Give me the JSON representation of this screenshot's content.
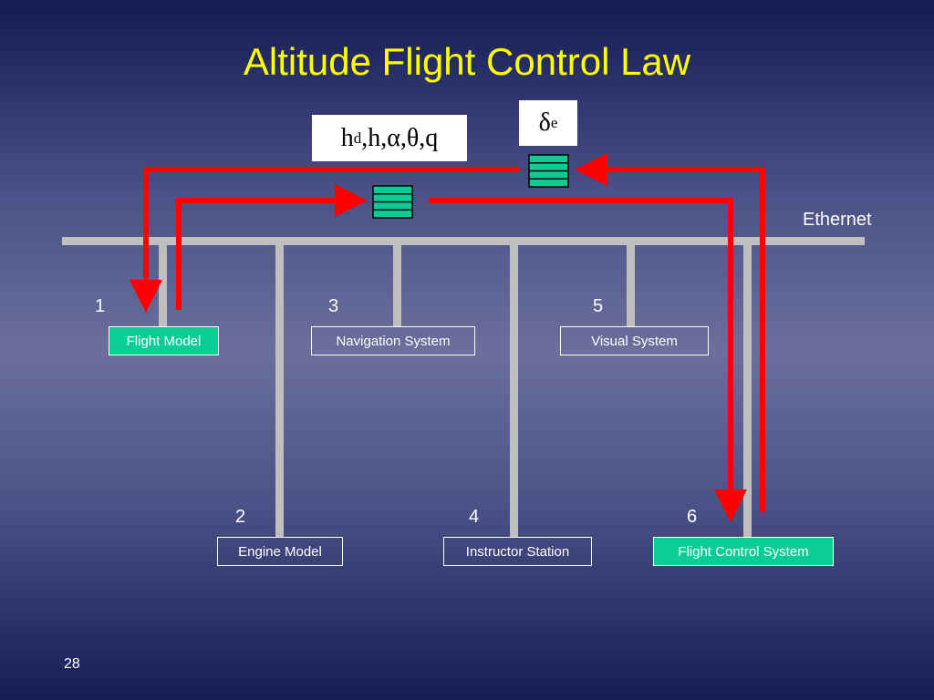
{
  "slide": {
    "title": "Altitude Flight Control Law",
    "network_label": "Ethernet",
    "page_number": "28"
  },
  "signals": {
    "inputs": {
      "main": "h",
      "sub": "d",
      "rest": ",h,α,θ,q"
    },
    "output": {
      "main": "δ",
      "sub": "e"
    }
  },
  "nodes": [
    {
      "id": "flight-model",
      "number": "1",
      "label": "Flight Model",
      "highlight": true
    },
    {
      "id": "engine-model",
      "number": "2",
      "label": "Engine Model",
      "highlight": false
    },
    {
      "id": "navigation-system",
      "number": "3",
      "label": "Navigation System",
      "highlight": false
    },
    {
      "id": "instructor-station",
      "number": "4",
      "label": "Instructor Station",
      "highlight": false
    },
    {
      "id": "visual-system",
      "number": "5",
      "label": "Visual System",
      "highlight": false
    },
    {
      "id": "flight-control-system",
      "number": "6",
      "label": "Flight Control System",
      "highlight": true
    }
  ],
  "colors": {
    "title": "#ffff00",
    "bus": "#bfbfbf",
    "signal_path": "#ff0000",
    "highlight": "#0ccc96",
    "buffer": "#0ccc96"
  }
}
